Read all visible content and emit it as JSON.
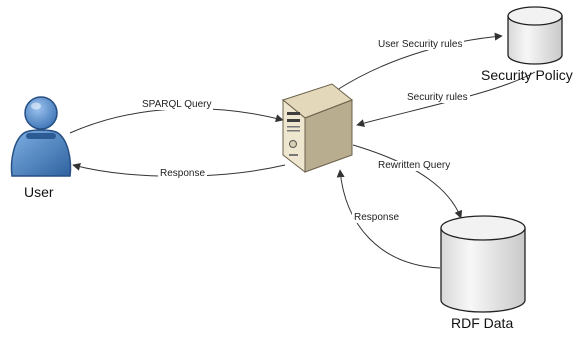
{
  "nodes": {
    "user": "User",
    "security_policy": "Security Policy",
    "rdf_data": "RDF Data"
  },
  "edges": {
    "sparql_query": "SPARQL Query",
    "response_to_user": "Response",
    "user_security_rules": "User Security rules",
    "security_rules": "Security rules",
    "rewritten_query": "Rewritten Query",
    "response_from_data": "Response"
  },
  "colors": {
    "user_body": "#4f86c6",
    "user_dark": "#2c5a94",
    "server_body": "#efe6cf",
    "server_shadow": "#cfc3a3",
    "cylinder": "#eeeeee",
    "line": "#333333"
  },
  "icons": {
    "user": "user-icon",
    "server": "server-icon",
    "database": "database-icon"
  }
}
